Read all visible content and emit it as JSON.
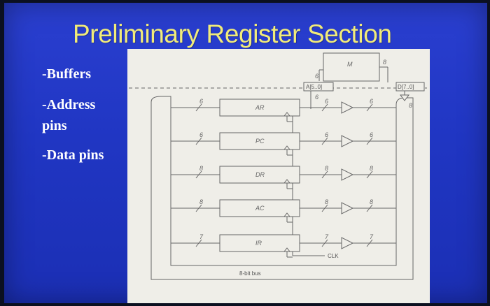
{
  "slide": {
    "title": "Preliminary Register Section",
    "bullets": [
      "-Buffers",
      "-Address",
      "pins",
      "-Data pins"
    ]
  },
  "diagram": {
    "memory_label": "M",
    "address_pins_label": "A[5..0]",
    "data_pins_label": "D[7..0]",
    "registers": [
      {
        "name": "AR",
        "bus_width": "6",
        "out_width": "6"
      },
      {
        "name": "PC",
        "bus_width": "6",
        "out_width": "6"
      },
      {
        "name": "DR",
        "bus_width": "8",
        "out_width": "8"
      },
      {
        "name": "AC",
        "bus_width": "8",
        "out_width": "8"
      },
      {
        "name": "IR",
        "bus_width": "7",
        "out_width": "7"
      }
    ],
    "top_widths": {
      "memory_address": "6",
      "address_down": "6",
      "memory_data": "8",
      "data_pin": "8"
    },
    "clock_label": "CLK",
    "bus_label": "8-bit bus"
  }
}
